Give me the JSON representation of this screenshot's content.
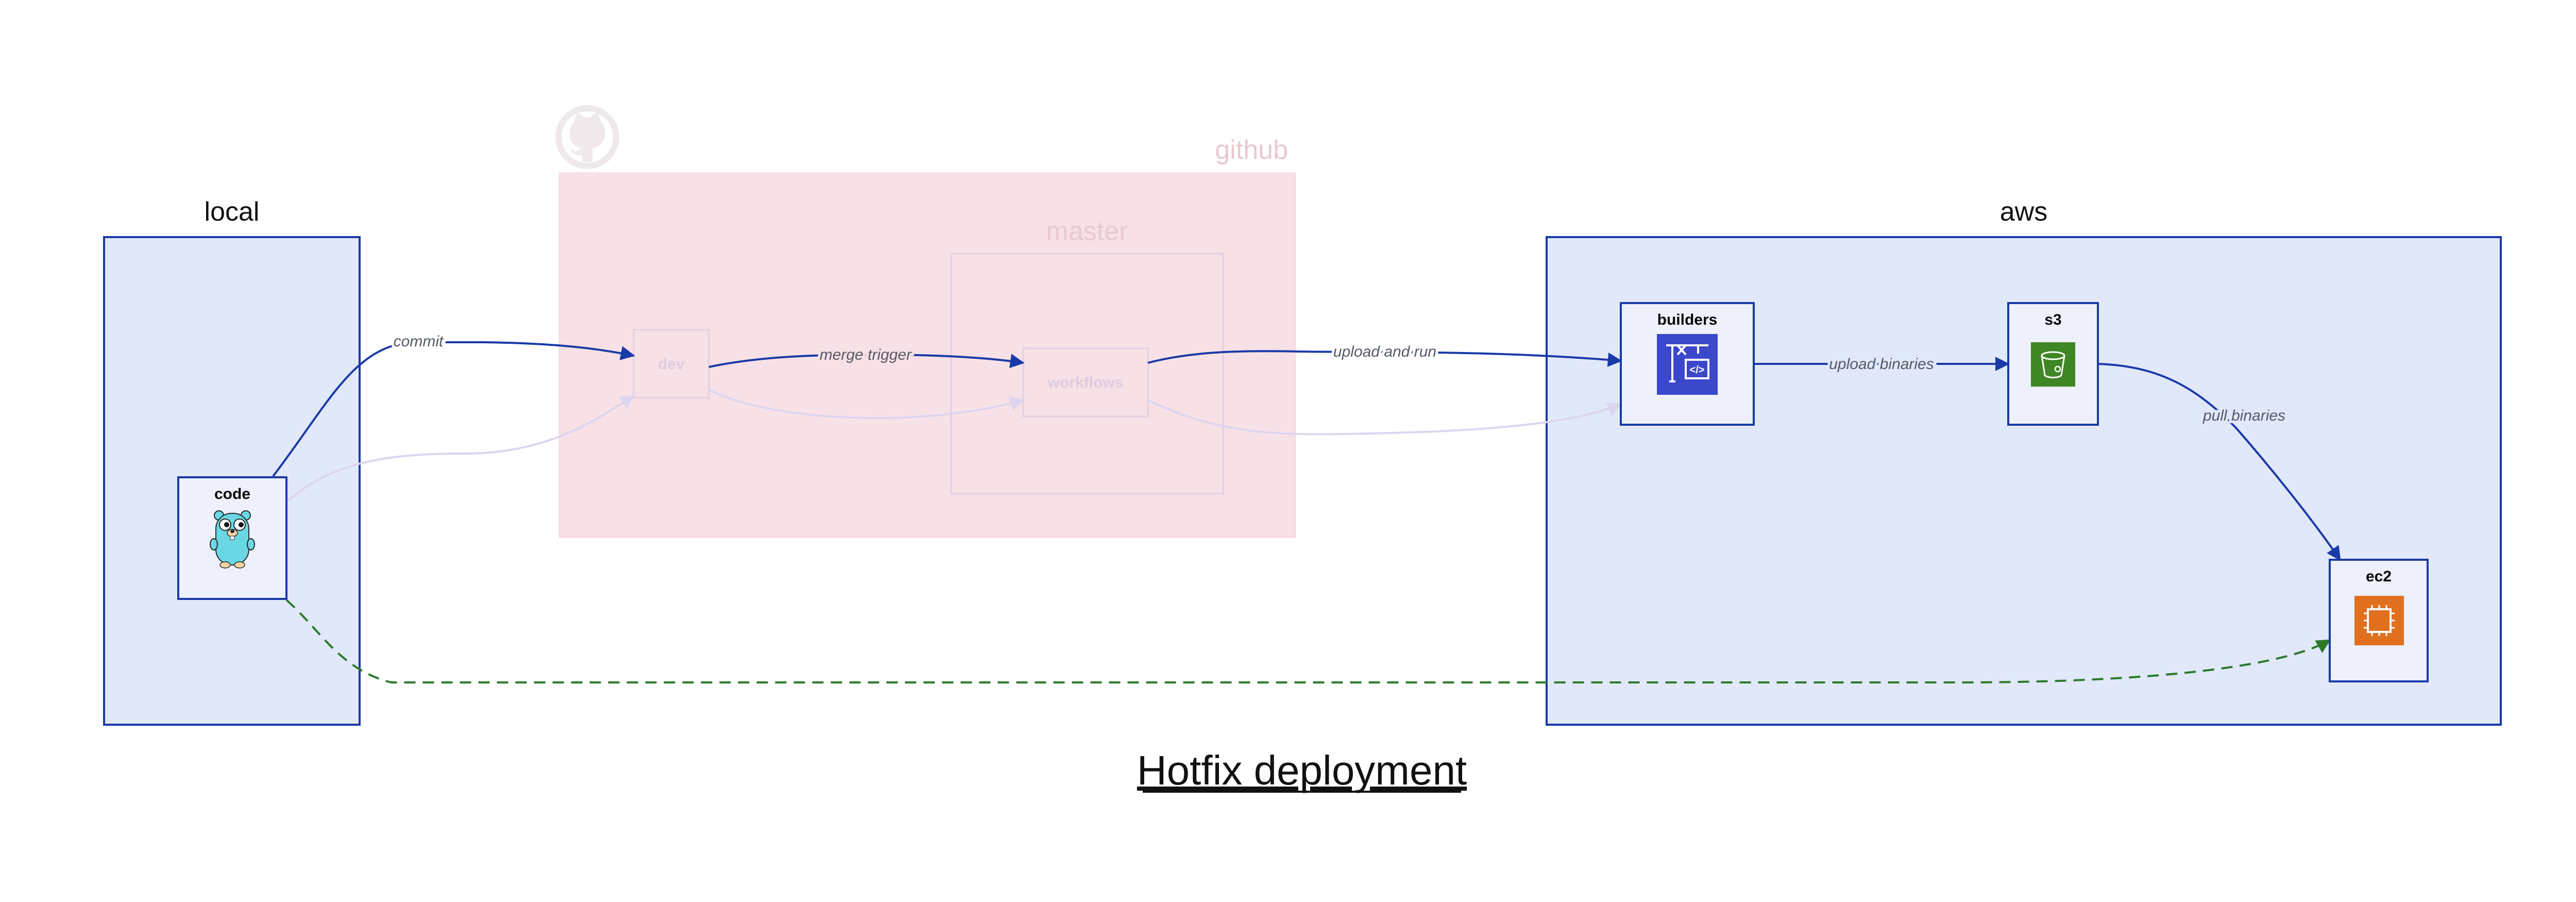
{
  "diagram": {
    "title": "Hotfix deployment",
    "groups": {
      "local": "local",
      "github": "github",
      "master": "master",
      "aws": "aws"
    },
    "nodes": {
      "code": "code",
      "dev": "dev",
      "workflows": "workflows",
      "builders": "builders",
      "s3": "s3",
      "ec2": "ec2"
    },
    "edges": {
      "commit": "commit",
      "merge_trigger": "merge trigger",
      "upload_and_run": "upload and run",
      "upload_binaries": "upload binaries",
      "pull_binaries": "pull binaries"
    },
    "icons": {
      "code": "gopher-icon",
      "github": "github-icon",
      "builders": "codebuild-icon",
      "s3": "s3-bucket-icon",
      "ec2": "ec2-chip-icon"
    },
    "colors": {
      "group_fill": "#e1e8fa",
      "group_border": "#1a3aa8",
      "github_fill": "#f8e1e6",
      "edge": "#1a3aa8",
      "hotfix_edge": "#2a7a2a",
      "codebuild": "#3b48cc",
      "s3": "#3f8624",
      "ec2": "#e07020"
    }
  }
}
